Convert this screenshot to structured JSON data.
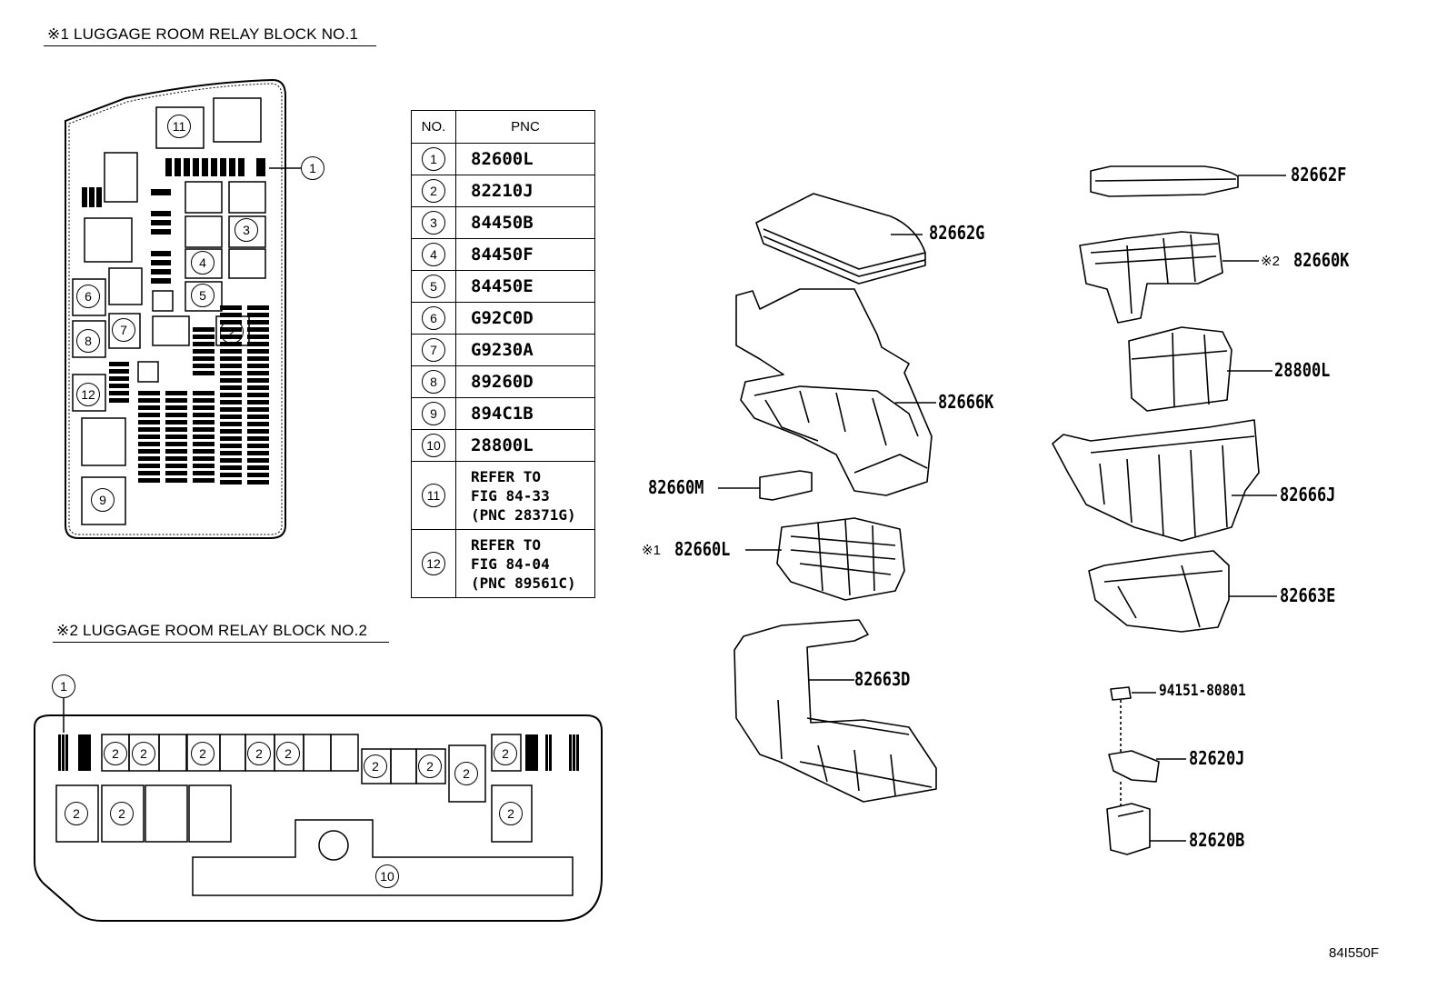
{
  "headings": {
    "block1": "※1 LUGGAGE ROOM RELAY BLOCK NO.1",
    "block2": "※2 LUGGAGE ROOM RELAY BLOCK NO.2"
  },
  "table": {
    "col_no": "NO.",
    "col_pnc": "PNC",
    "rows": [
      {
        "no": "1",
        "pnc": "82600L"
      },
      {
        "no": "2",
        "pnc": "82210J"
      },
      {
        "no": "3",
        "pnc": "84450B"
      },
      {
        "no": "4",
        "pnc": "84450F"
      },
      {
        "no": "5",
        "pnc": "84450E"
      },
      {
        "no": "6",
        "pnc": "G92C0D"
      },
      {
        "no": "7",
        "pnc": "G9230A"
      },
      {
        "no": "8",
        "pnc": "89260D"
      },
      {
        "no": "9",
        "pnc": "894C1B"
      },
      {
        "no": "10",
        "pnc": "28800L"
      },
      {
        "no": "11",
        "pnc_lines": [
          "REFER TO",
          "FIG 84-33",
          "(PNC 28371G)"
        ]
      },
      {
        "no": "12",
        "pnc_lines": [
          "REFER TO",
          "FIG 84-04",
          "(PNC 89561C)"
        ]
      }
    ]
  },
  "block1_markers": [
    "11",
    "1",
    "3",
    "4",
    "5",
    "6",
    "7",
    "2",
    "8",
    "12",
    "9"
  ],
  "block2_markers": [
    "1",
    "2",
    "10"
  ],
  "callouts": {
    "c82662F": "82662F",
    "c82662G": "82662G",
    "c82660K": "82660K",
    "c82660K_mark": "※2",
    "c28800L": "28800L",
    "c82666K": "82666K",
    "c82660M": "82660M",
    "c82666J": "82666J",
    "c82660L": "82660L",
    "c82660L_mark": "※1",
    "c82663E": "82663E",
    "c82663D": "82663D",
    "c94151": "94151-80801",
    "c82620J": "82620J",
    "c82620B": "82620B"
  },
  "figure_code": "84I550F"
}
